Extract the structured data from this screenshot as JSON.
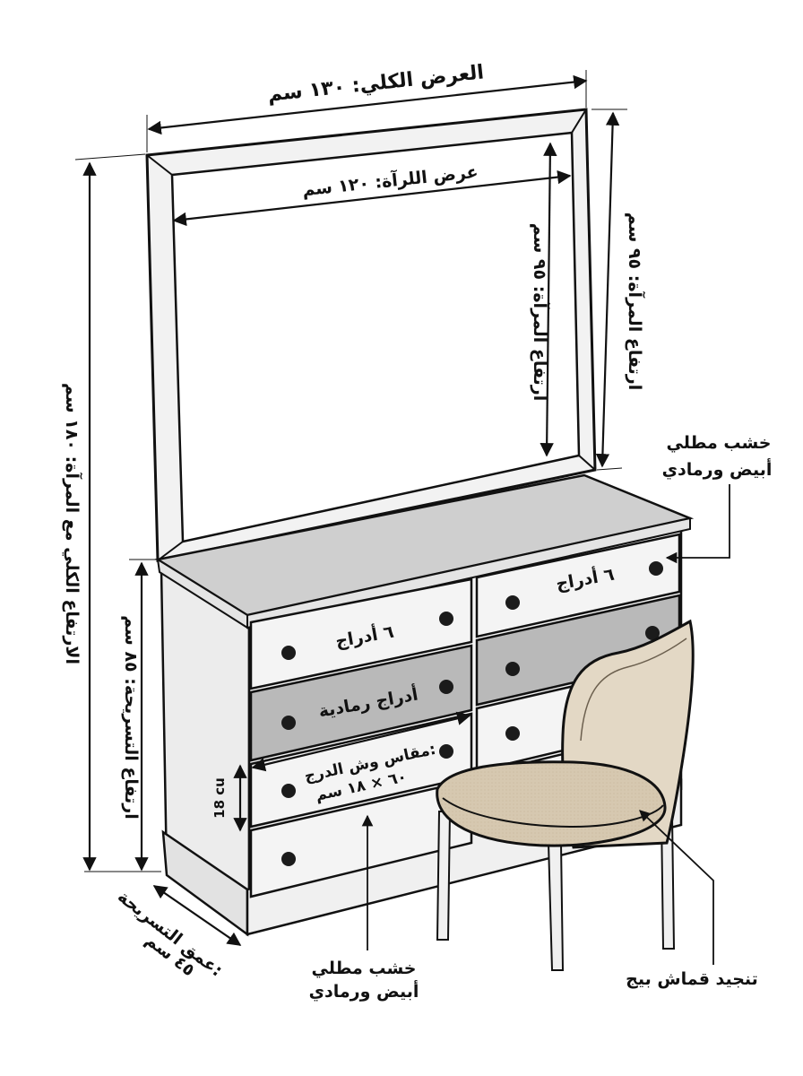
{
  "dimensions": {
    "overall_width": "العرض الكلي: ١٣٠ سم",
    "mirror_width": "عرض اللرآة: ١٢٠ سم",
    "mirror_height_inner": "ارتفاع المرآة: ٩٥ سم",
    "mirror_height_outer": "ارتفاع المرآة: ٩٥ سم",
    "total_height": "الارتفاع الكلي مع المرآة: ١٨٠ سم",
    "dresser_height": "ارتفاع التسريحة: ٨٥ سم",
    "dresser_depth_line1": "عمق التسريحة:",
    "dresser_depth_line2": "٤٥ سم",
    "drawer_front_line1": "مقاس وش الدرج:",
    "drawer_front_line2": "٦٠ × ١٨ سم",
    "drawer_height": "18 cu"
  },
  "labels": {
    "drawers_left": "٦ أدراج",
    "drawers_right": "٦ أدراج",
    "grey_drawers": "أدراج رمادية",
    "wood_right_line1": "خشب مطلي",
    "wood_right_line2": "أبيض ورمادي",
    "wood_bottom_line1": "خشب مطلي",
    "wood_bottom_line2": "أبيض ورمادي",
    "upholstery": "تنجيد قماش بيج"
  },
  "colors": {
    "outline": "#111111",
    "white_drawer": "#f4f4f4",
    "grey_drawer": "#b9b9b9",
    "top_surface": "#cfcfcf",
    "chair_fabric": "#d9ccb6",
    "chair_back": "#e3d8c5",
    "knob": "#1b1b1b"
  }
}
